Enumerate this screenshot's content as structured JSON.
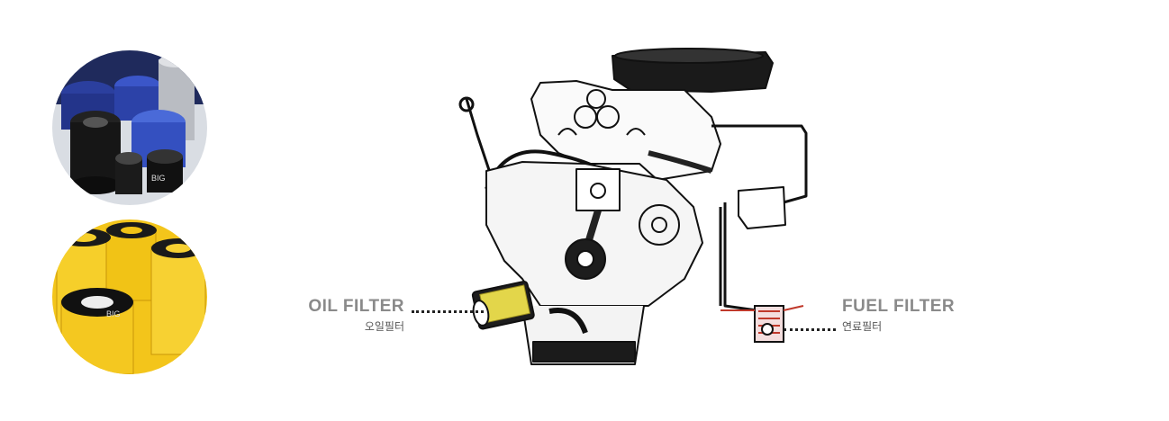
{
  "photos": [
    {
      "name": "oil-filters-photo",
      "brand_mark": "BIG"
    },
    {
      "name": "fuel-filter-elements-photo",
      "brand_mark": "BIG"
    }
  ],
  "callouts": {
    "oil": {
      "title": "OIL FILTER",
      "subtitle": "오일필터"
    },
    "fuel": {
      "title": "FUEL FILTER",
      "subtitle": "연료필터"
    }
  },
  "colors": {
    "callout_title": "#8a8a8a",
    "engine_line": "#111111",
    "oil_highlight": "#e3d64a",
    "fuel_highlight": "#c0392b"
  }
}
